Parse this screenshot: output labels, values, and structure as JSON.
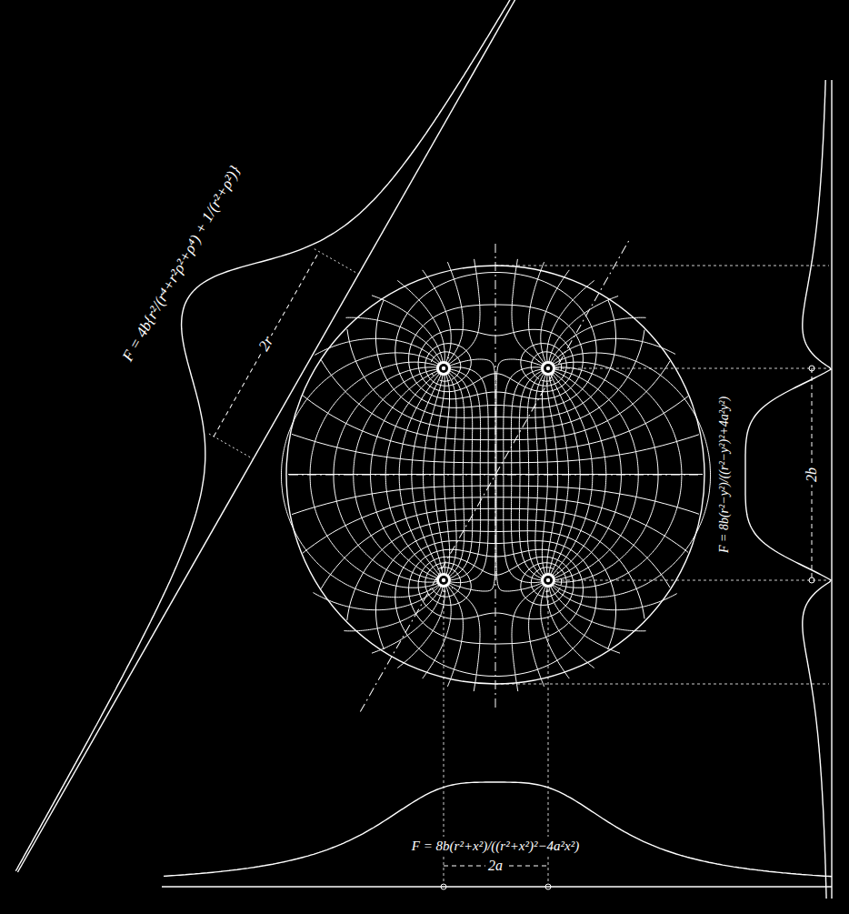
{
  "diagram": {
    "labels": [
      "F = 4b{r²/(r⁴+r²ρ²+ρ⁴) + 1/(r²+ρ²)}",
      "2r",
      "F = 8b(r²−y²)/((r²−y²)²+4a²y²)",
      "2b",
      "F = 8b(r²+x²)/((r²+x²)²−4a²x²)",
      "2a"
    ]
  }
}
